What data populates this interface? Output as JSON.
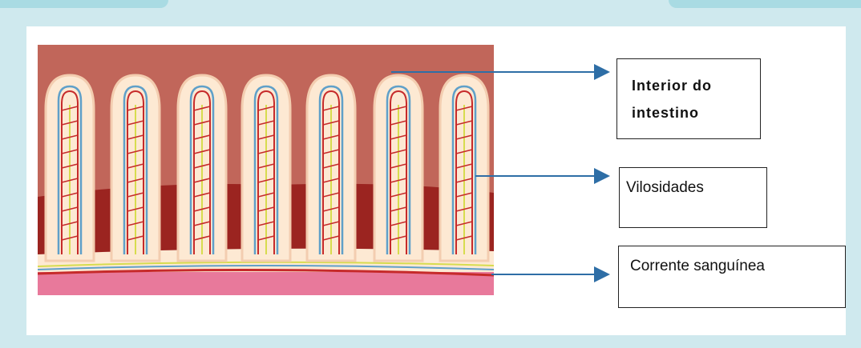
{
  "labels": {
    "interior": "Interior do intestino",
    "vilosidades": "Vilosidades",
    "corrente": "Corrente sanguínea"
  },
  "colors": {
    "frame_bg": "#cfe9ee",
    "arrow": "#2e6ea6",
    "tissue_top": "#c1665a",
    "villus_fill": "#fde9d3",
    "dark_lumen": "#9b2420",
    "blood_band": "#e8799b",
    "vein": "#5fa0c9",
    "artery": "#c62a2a",
    "lymph": "#d7dc4e"
  }
}
